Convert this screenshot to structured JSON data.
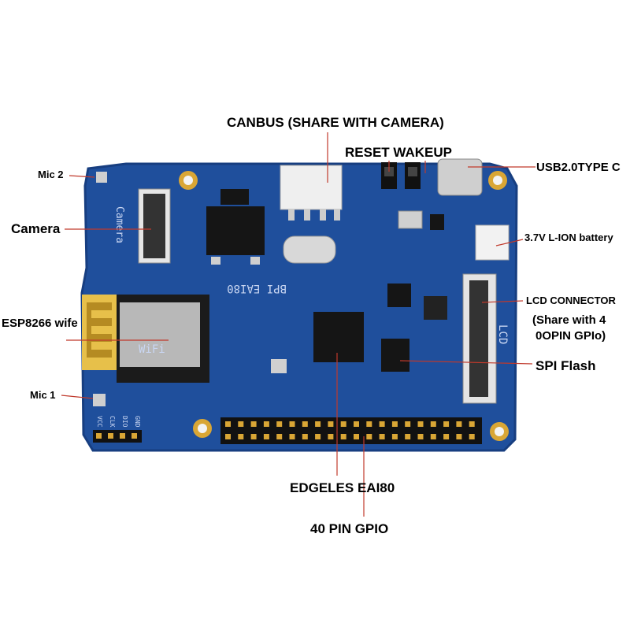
{
  "callouts": {
    "canbus": "CANBUS (SHARE WITH CAMERA)",
    "reset_wakeup": "RESET WAKEUP",
    "usb": "USB2.0TYPE C",
    "mic2": "Mic 2",
    "camera": "Camera",
    "battery": "3.7V L-ION battery",
    "lcd_connector": "LCD CONNECTOR",
    "lcd_share_1": "(Share with 4",
    "lcd_share_2": "0OPIN GPIo)",
    "esp8266": "ESP8266 wife",
    "spi_flash": "SPI Flash",
    "mic1": "Mic 1",
    "edgeles": "EDGELES EAI80",
    "gpio40": "40 PIN GPIO"
  },
  "silkscreen": {
    "board_name": "BPI EAI80",
    "camera": "Camera",
    "lcd": "LCD",
    "wifi": "WiFi",
    "pin_vcc": "VCC",
    "pin_clk": "CLK",
    "pin_dio": "DIO",
    "pin_gnd": "GND"
  },
  "colors": {
    "board": "#1f4f9c",
    "board_edge": "#173e80",
    "chip": "#151515",
    "gold": "#d9a635",
    "callout_line": "#c0392b"
  }
}
